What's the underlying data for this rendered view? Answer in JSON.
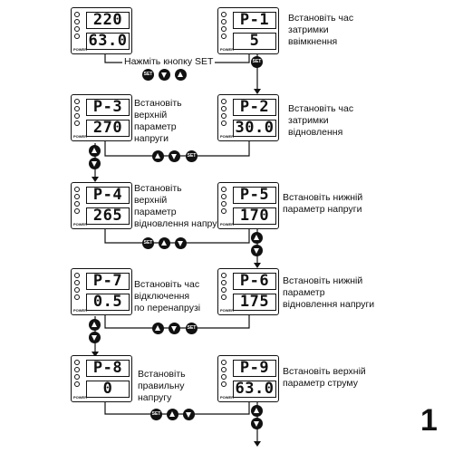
{
  "devices": [
    {
      "id": "d1",
      "top": "220",
      "bottom": "63.0"
    },
    {
      "id": "d2",
      "top": "P-1",
      "bottom": "5"
    },
    {
      "id": "d3",
      "top": "P-3",
      "bottom": "270"
    },
    {
      "id": "d4",
      "top": "P-2",
      "bottom": "30.0"
    },
    {
      "id": "d5",
      "top": "P-4",
      "bottom": "265"
    },
    {
      "id": "d6",
      "top": "P-5",
      "bottom": "170"
    },
    {
      "id": "d7",
      "top": "P-7",
      "bottom": "0.5"
    },
    {
      "id": "d8",
      "top": "P-6",
      "bottom": "175"
    },
    {
      "id": "d9",
      "top": "P-8",
      "bottom": "0"
    },
    {
      "id": "d10",
      "top": "P-9",
      "bottom": "63.0"
    }
  ],
  "power_label": "POWER",
  "set_label": "SET",
  "labels": {
    "press_set": "Нажміть кнопку SET",
    "p1": [
      "Встановіть час",
      "затримки",
      "ввімкнення"
    ],
    "p2": [
      "Встановіть час",
      "затримки",
      "відновлення"
    ],
    "p3": [
      "Встановіть",
      "верхній",
      "параметр",
      "напруги"
    ],
    "p4": [
      "Встановіть",
      "верхній",
      "параметр",
      "відновлення напруги"
    ],
    "p5": [
      "Встановіть нижній",
      "параметр напруги"
    ],
    "p6": [
      "Встановіть нижній",
      "параметр",
      "відновлення напруги"
    ],
    "p7": [
      "Встановіть час",
      "відключення",
      "по перенапрузі"
    ],
    "p8": [
      "Встановіть",
      "правильну",
      "напругу"
    ],
    "p9": [
      "Встановіть верхній",
      "параметр струму"
    ]
  },
  "page_number": "1"
}
